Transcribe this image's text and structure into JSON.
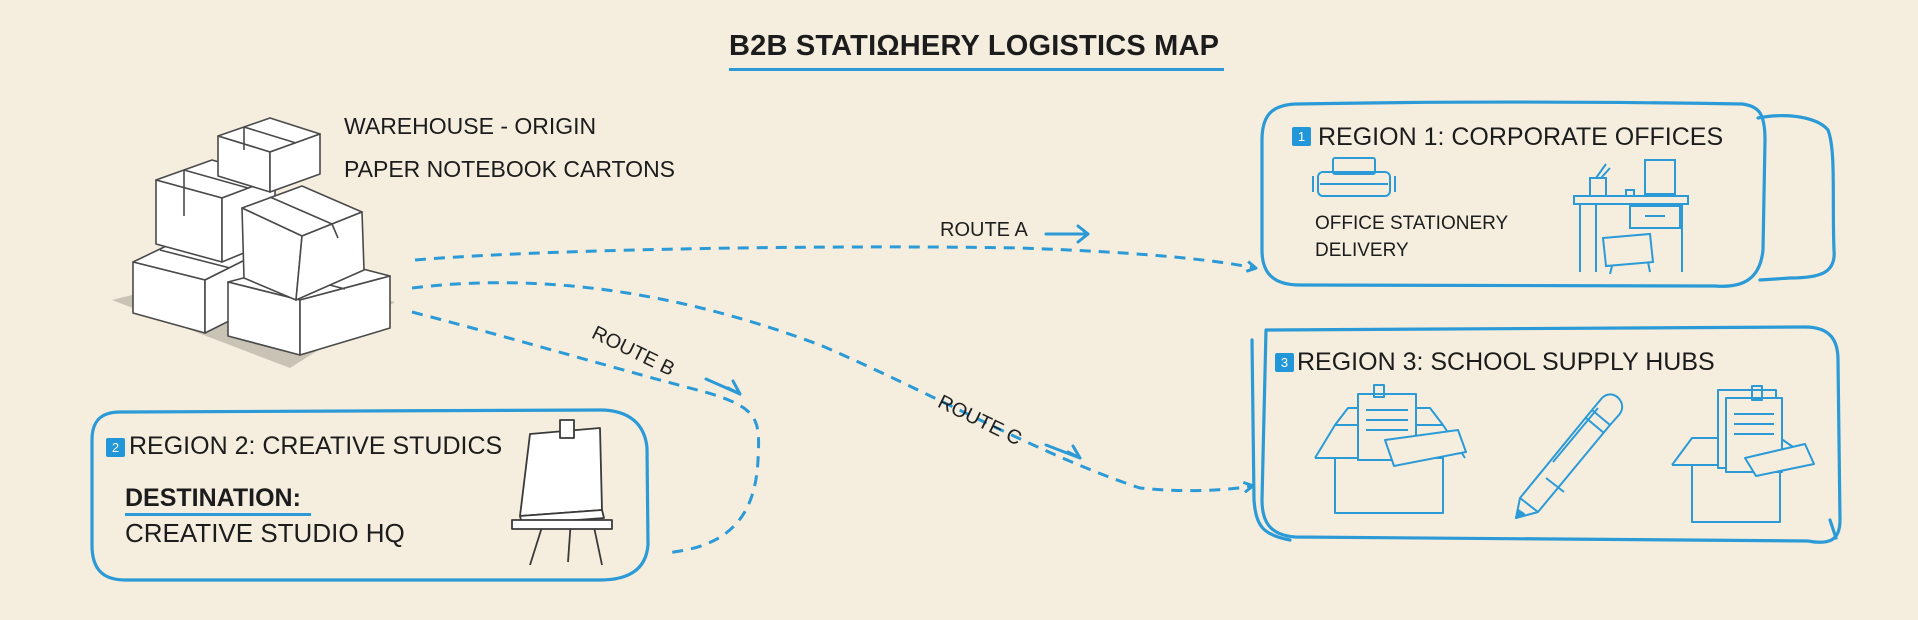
{
  "title": "B2B STATIΩHERY LOGISTICS MAP",
  "origin": {
    "line1": "WAREHOUSE - ORIGIN",
    "line2": "PAPER NOTEBOOK CARTONS",
    "icon": "stacked-cardboard-boxes-icon"
  },
  "routes": {
    "a": "ROUTE A",
    "b": "ROUTE B",
    "c": "ROUTE C"
  },
  "regions": {
    "r1": {
      "number": "1",
      "title": "REGION 1: CORPORATE OFFICES",
      "note_line1": "OFFICE STATIONERY",
      "note_line2": "DELIVERY",
      "icons": [
        "printer-icon",
        "office-desk-icon"
      ]
    },
    "r2": {
      "number": "2",
      "title": "REGION 2: CREATIVE STUDICS",
      "destination_label": "DESTINATION:",
      "destination_value": "CREATIVE STUDIO HQ",
      "icons": [
        "easel-icon"
      ]
    },
    "r3": {
      "number": "3",
      "title": "REGION 3: SCHOOL SUPPLY HUBS",
      "icons": [
        "open-box-papers-icon",
        "pencil-icon",
        "open-box-papers-icon"
      ]
    }
  },
  "colors": {
    "accent": "#2b9ad6",
    "background": "#f5eedf",
    "text": "#1c1c1c",
    "box_shadow": "#c9c3b6"
  }
}
